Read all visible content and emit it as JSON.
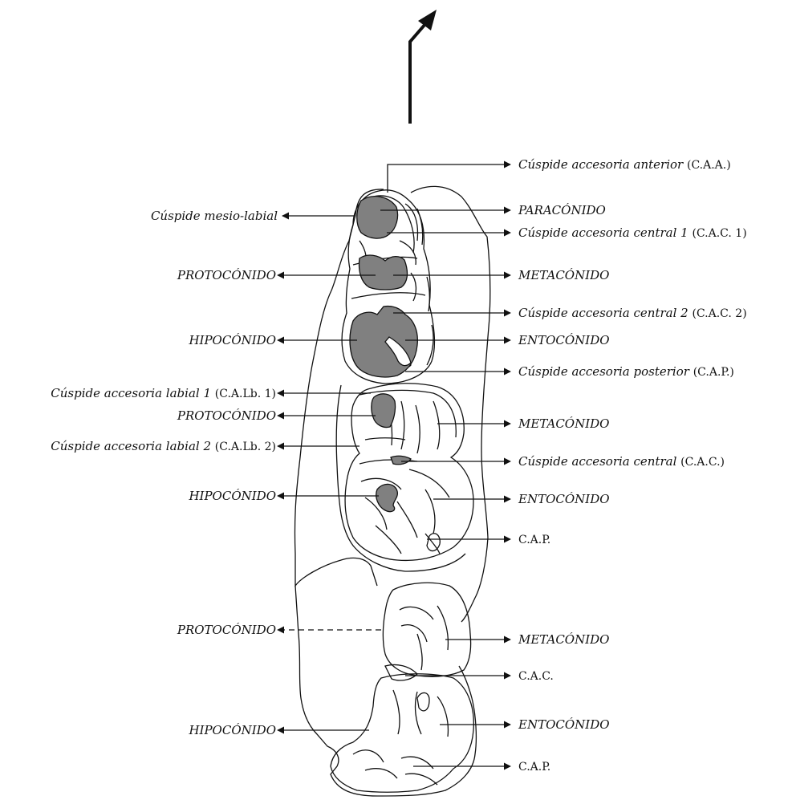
{
  "labels": {
    "caa": {
      "name": "Cúspide accesoria anterior",
      "abbr": "(C.A.A.)"
    },
    "mesio_labial": {
      "name": "Cúspide mesio-labial"
    },
    "m1_paraconido": {
      "name": "PARACÓNIDO"
    },
    "cac1": {
      "name": "Cúspide accesoria central 1",
      "abbr": "(C.A.C. 1)"
    },
    "m1_protoconido": {
      "name": "PROTOCÓNIDO"
    },
    "m1_metaconido": {
      "name": "METACÓNIDO"
    },
    "cac2": {
      "name": "Cúspide accesoria central 2",
      "abbr": "(C.A.C. 2)"
    },
    "m1_hipoconido": {
      "name": "HIPOCÓNIDO"
    },
    "m1_entoconido": {
      "name": "ENTOCÓNIDO"
    },
    "cap": {
      "name": "Cúspide accesoria posterior",
      "abbr": "(C.A.P.)"
    },
    "calb1": {
      "name": "Cúspide accesoria labial 1",
      "abbr": "(C.A.Lb. 1)"
    },
    "m2_protoconido": {
      "name": "PROTOCÓNIDO"
    },
    "m2_metaconido": {
      "name": "METACÓNIDO"
    },
    "calb2": {
      "name": "Cúspide accesoria labial 2",
      "abbr": "(C.A.Lb. 2)"
    },
    "cac": {
      "name": "Cúspide accesoria central",
      "abbr": "(C.A.C.)"
    },
    "m2_hipoconido": {
      "name": "HIPOCÓNIDO"
    },
    "m2_entoconido": {
      "name": "ENTOCÓNIDO"
    },
    "m2_cap": {
      "abbr": "C.A.P."
    },
    "m3_protoconido": {
      "name": "PROTOCÓNIDO"
    },
    "m3_metaconido": {
      "name": "METACÓNIDO"
    },
    "m3_cac": {
      "abbr": "C.A.C."
    },
    "m3_hipoconido": {
      "name": "HIPOCÓNIDO"
    },
    "m3_entoconido": {
      "name": "ENTOCÓNIDO"
    },
    "m3_cap": {
      "abbr": "C.A.P."
    }
  },
  "colors": {
    "ink": "#111111",
    "cusp_fill": "#808080"
  }
}
